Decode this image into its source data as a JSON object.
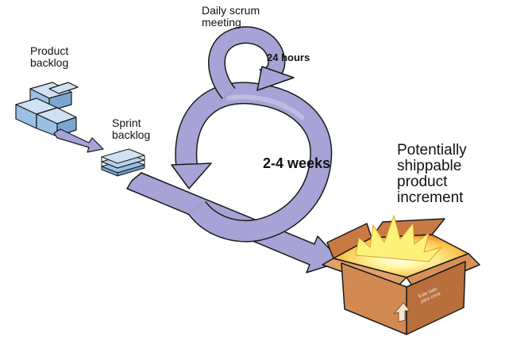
{
  "labels": {
    "product_backlog": "Product\nbacklog",
    "sprint_backlog": "Sprint\nbacklog",
    "daily_scrum": "Daily scrum\nmeeting",
    "hours": "24 hours",
    "weeks": "2-4 weeks",
    "increment": "Potentially\nshippable\nproduct\nincrement",
    "box_stamp": "Este lado\npara cima"
  },
  "colors": {
    "arrow_fill": "#a7a3d6",
    "arrow_stroke": "#1a1a1a",
    "backlog_blue": "#9cc0e3",
    "box_brown": "#d28a52",
    "glow_yellow": "#fff27a"
  }
}
